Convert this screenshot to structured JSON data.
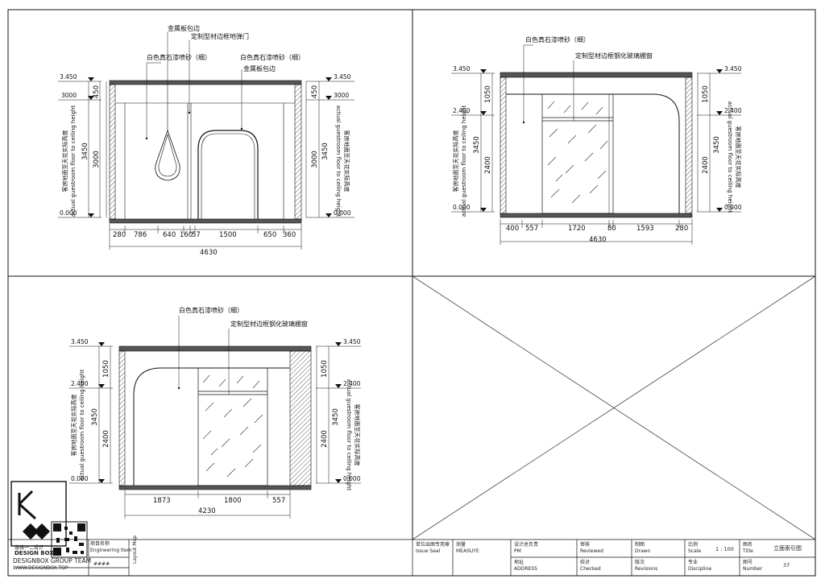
{
  "drawing1": {
    "notes": [
      "金属板包边",
      "定制型材边框地弹门",
      "白色真石漆喷砂（细）",
      "白色真石漆喷砂（细）",
      "金属板包边"
    ],
    "levels_left": [
      "3.450",
      "3000",
      "0.000"
    ],
    "levels_right": [
      "3.450",
      "3000",
      "0.000"
    ],
    "vdims_left": [
      "450",
      "3000",
      "3450"
    ],
    "vdims_right": [
      "450",
      "3000",
      "3450"
    ],
    "side_label_left": "actual guestroom floor to ceiling height",
    "side_label_right": "actual guestroom floor to ceiling height",
    "side_label_left_cn": "客房地面至天花实际高度",
    "side_label_right_cn": "客房地面至天花实际高度",
    "hdims": [
      "280",
      "786",
      "640",
      "160",
      "57",
      "1500",
      "650",
      "360"
    ],
    "total": "4630"
  },
  "drawing2": {
    "notes": [
      "白色真石漆喷砂（细）",
      "定制型材边框钢化玻璃棚窗"
    ],
    "levels_left": [
      "3.450",
      "2.400",
      "0.000"
    ],
    "levels_right": [
      "3.450",
      "2.400",
      "0.000"
    ],
    "vdims_left": [
      "1050",
      "2400",
      "3450"
    ],
    "vdims_right": [
      "1050",
      "2400",
      "3450"
    ],
    "side_label_left": "actual guestroom floor to ceiling height",
    "side_label_right": "actual guestroom floor to ceiling height",
    "side_label_left_cn": "客房地面至天花实际高度",
    "side_label_right_cn": "客房地面至天花实际高度",
    "hdims": [
      "400",
      "557",
      "1720",
      "80",
      "1593",
      "280"
    ],
    "total": "4630"
  },
  "drawing3": {
    "notes": [
      "白色真石漆喷砂（细）",
      "定制型材边框钢化玻璃棚窗"
    ],
    "levels_left": [
      "3.450",
      "2.400",
      "0.000"
    ],
    "levels_right": [
      "3.450",
      "2.400",
      "0.000"
    ],
    "vdims_left": [
      "1050",
      "2400",
      "3450"
    ],
    "vdims_right": [
      "1050",
      "2400",
      "3450"
    ],
    "side_label_left": "actual guestroom floor to ceiling height",
    "side_label_right": "actual guestroom floor to ceiling height",
    "side_label_left_cn": "客房地面至天花实际高度",
    "side_label_right_cn": "客房地面至天花实际高度",
    "hdims": [
      "1873",
      "1800",
      "557"
    ],
    "total": "4230"
  },
  "titleblock": {
    "logo_text": "DESIGN BOX",
    "company_cn": "逸格一二设计",
    "team": "DESIGNBOX GROUP TEAM",
    "website": "WWW.DESIGNBOX.TOP",
    "project_label_cn": "项目名称",
    "project_label_en": "Engineering Item",
    "project_value": "####",
    "layout_label": "Layout Map",
    "seal_cn": "单位出图专用章",
    "seal_en": "Issue Seal",
    "measure_cn": "测量",
    "measure_en": "MEASUYE",
    "pm_cn": "设计总负责",
    "pm_en": "PM",
    "address_cn": "地址",
    "address_en": "ADDRESS",
    "reviewed_cn": "审核",
    "reviewed_en": "Reviewed",
    "checked_cn": "校对",
    "checked_en": "Checked",
    "drawn_cn": "制图",
    "drawn_en": "Drawn",
    "revisions_cn": "版次",
    "revisions_en": "Revisions",
    "scale_cn": "比例",
    "scale_en": "Scale",
    "scale_value": "1 : 100",
    "discipline_cn": "专业",
    "discipline_en": "Discipline",
    "title_cn": "图名",
    "title_en": "Title",
    "title_value": "立面索引图",
    "number_cn": "图号",
    "number_en": "Number",
    "number_value": "37"
  }
}
